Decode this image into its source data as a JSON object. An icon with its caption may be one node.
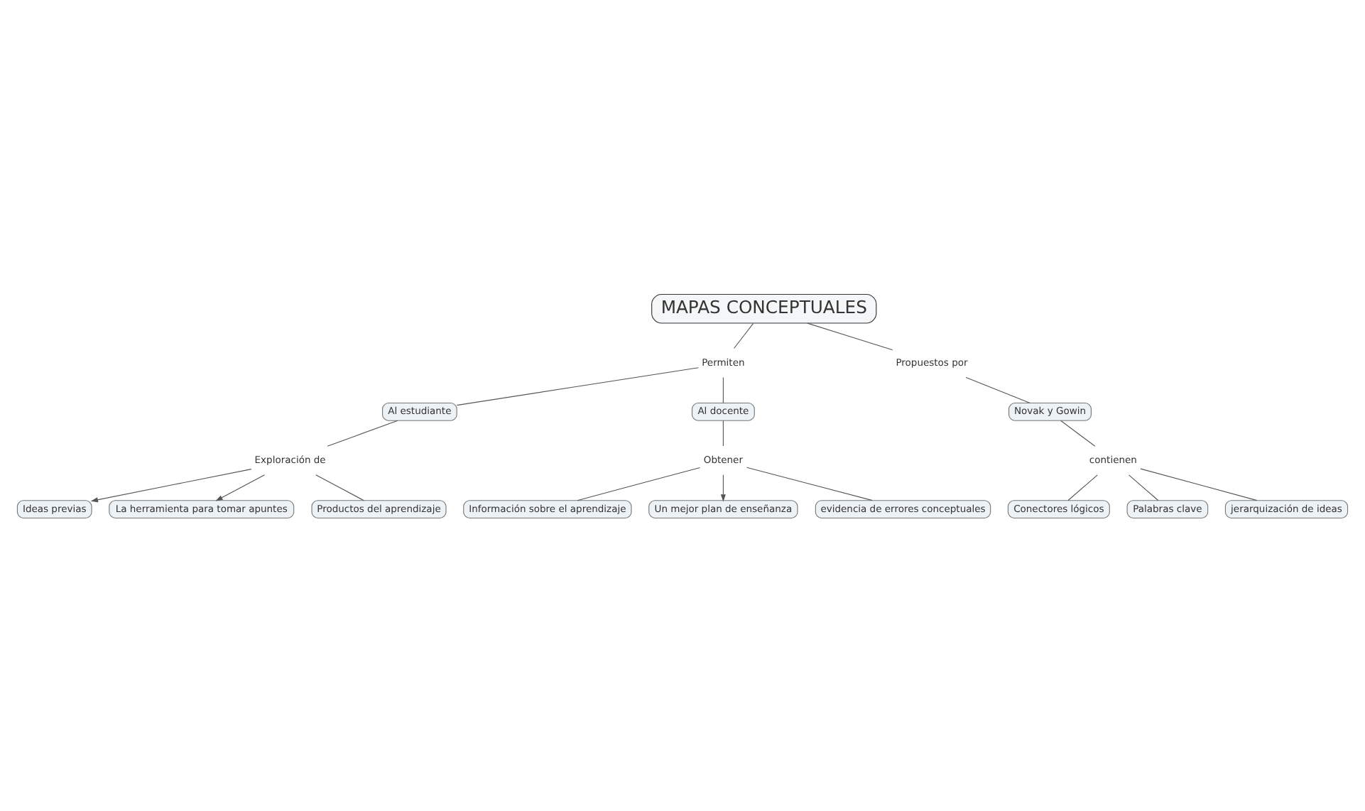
{
  "diagram": {
    "nodes": [
      {
        "text": [
          "MAPAS CONCEPTUALES"
        ]
      },
      {
        "text": [
          "Permiten"
        ]
      },
      {
        "text": [
          "Propuestos por"
        ]
      },
      {
        "text": [
          "Información sobre el aprendizaje"
        ]
      },
      {
        "text": [
          "Obtener"
        ]
      },
      {
        "text": [
          "Novak y Gowin"
        ]
      },
      {
        "text": [
          "Al estudiante"
        ]
      },
      {
        "text": [
          "Al docente"
        ]
      },
      {
        "text": [
          "Un mejor plan de enseñanza"
        ]
      },
      {
        "text": [
          "contienen"
        ]
      },
      {
        "text": [
          "evidencia de errores conceptuales"
        ]
      },
      {
        "text": [
          "Ideas previas"
        ]
      },
      {
        "text": [
          "Conectores lógicos"
        ]
      },
      {
        "text": [
          "Palabras clave"
        ]
      },
      {
        "text": [
          "Exploración de"
        ]
      },
      {
        "text": [
          "La herramienta para tomar apuntes"
        ]
      },
      {
        "text": [
          "jerarquización de ideas"
        ]
      },
      {
        "text": [
          "Productos del aprendizaje"
        ]
      }
    ],
    "edges": [
      {
        "from": 0,
        "to": 1,
        "arrow": "none"
      },
      {
        "from": 0,
        "to": 2,
        "arrow": "none"
      },
      {
        "from": 1,
        "to": 6,
        "arrow": "none"
      },
      {
        "from": 1,
        "to": 7,
        "arrow": "none"
      },
      {
        "from": 7,
        "to": 4,
        "arrow": "none"
      },
      {
        "from": 4,
        "to": 3,
        "arrow": "none"
      },
      {
        "from": 4,
        "to": 8,
        "arrow": "to"
      },
      {
        "from": 4,
        "to": 10,
        "arrow": "none"
      },
      {
        "from": 6,
        "to": 14,
        "arrow": "none"
      },
      {
        "from": 14,
        "to": 11,
        "arrow": "to"
      },
      {
        "from": 14,
        "to": 15,
        "arrow": "to"
      },
      {
        "from": 14,
        "to": 17,
        "arrow": "none"
      },
      {
        "from": 2,
        "to": 5,
        "arrow": "none"
      },
      {
        "from": 5,
        "to": 9,
        "arrow": "none"
      },
      {
        "from": 9,
        "to": 12,
        "arrow": "none"
      },
      {
        "from": 9,
        "to": 16,
        "arrow": "none"
      },
      {
        "from": 9,
        "to": 13,
        "arrow": "none"
      }
    ]
  }
}
